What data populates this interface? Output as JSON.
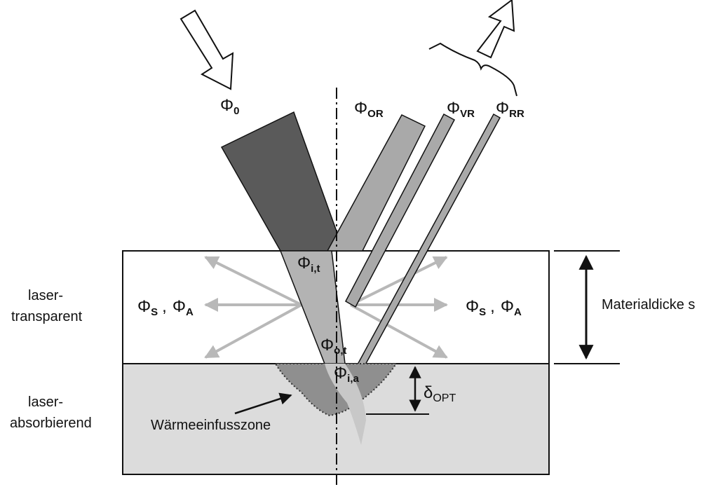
{
  "labels": {
    "phi": "Φ",
    "phi_0_sub": "0",
    "phi_or_sub": "OR",
    "phi_vr_sub": "VR",
    "phi_rr_sub": "RR",
    "phi_it_sub": "i,t",
    "phi_ot_sub": "o,t",
    "phi_ia_sub": "i,a",
    "phi_s_sub": "S",
    "phi_a_sub": "A",
    "separator": ",",
    "laser_transparent_line1": "laser-",
    "laser_transparent_line2": "transparent",
    "laser_absorbing_line1": "laser-",
    "laser_absorbing_line2": "absorbierend",
    "material_thickness": "Materialdicke s",
    "heat_zone": "Wärmeeinfusszone",
    "delta": "δ",
    "delta_sub": "OPT"
  },
  "colors": {
    "incident_beam": "#5a5a5a",
    "reflected_beam": "#a9a9a9",
    "transmitted_beam": "#b3b3b3",
    "absorbing_layer": "#dcdcdc",
    "heat_zone": "#8f8f8f",
    "scatter_arrows": "#b8b8b8",
    "outline": "#111111"
  }
}
